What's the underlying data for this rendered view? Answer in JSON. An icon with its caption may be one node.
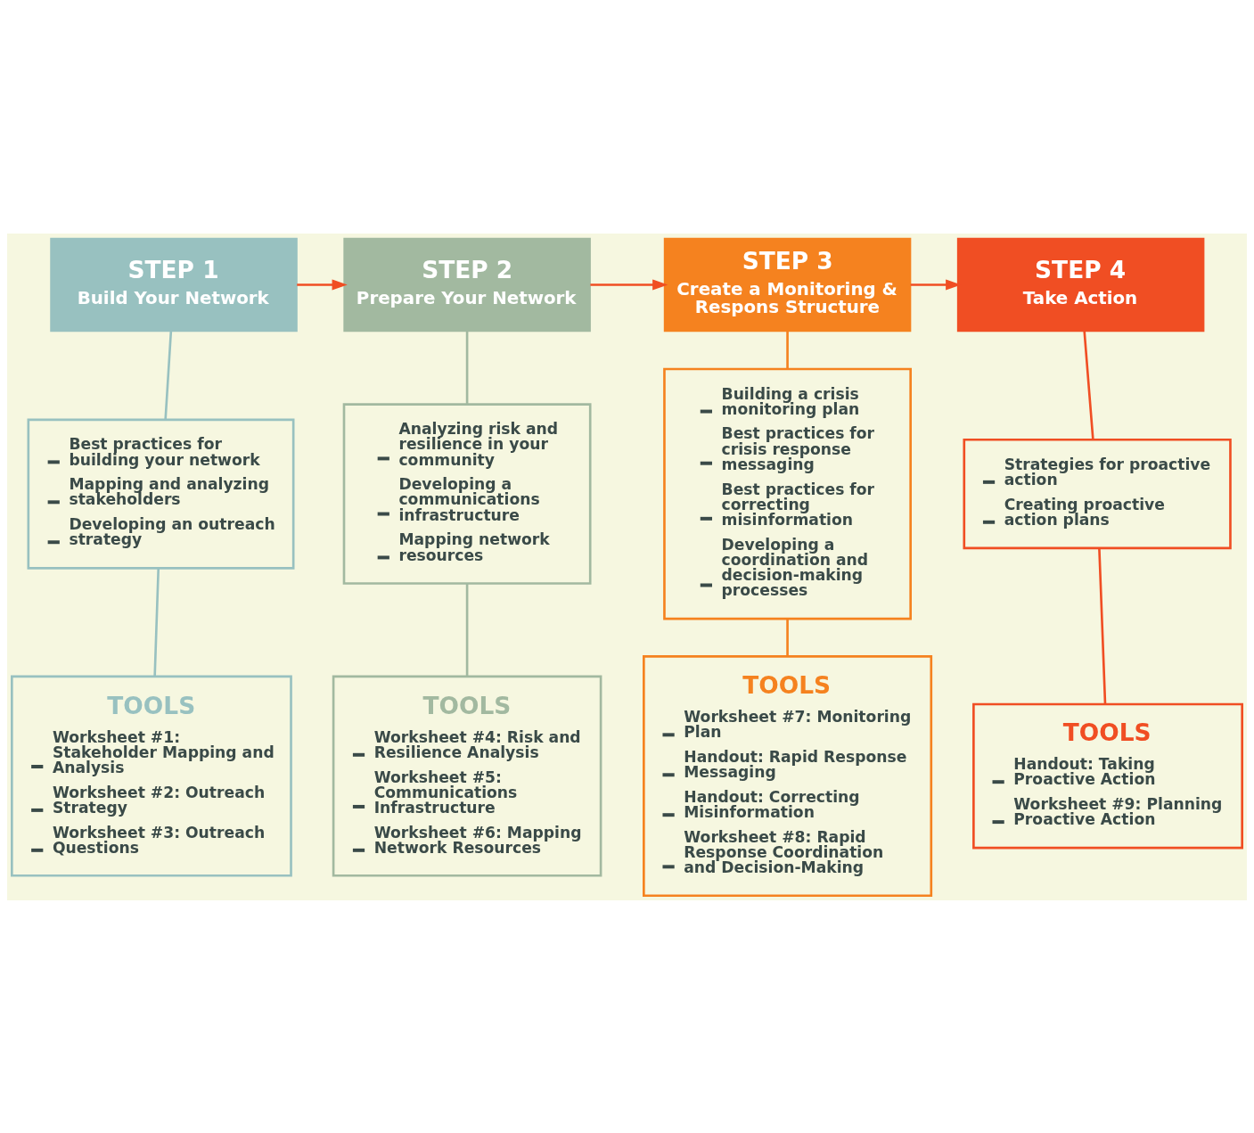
{
  "diagram": {
    "nodes": [
      {
        "text": [
          "STEP 1",
          "Build Your Network"
        ]
      },
      {
        "text": [
          "STEP 2",
          "Prepare Your Network"
        ]
      },
      {
        "text": [
          "STEP 3",
          "Create a Monitoring & Respons Structure"
        ]
      },
      {
        "text": [
          "STEP 4",
          "Take Action"
        ]
      },
      {
        "text": [
          "Best practices for building your network",
          "Mapping and analyzing stakeholders",
          "Developing an outreach strategy"
        ]
      },
      {
        "text": [
          "Analyzing risk and resilience in your community",
          "Developing a communications infrastructure",
          "Mapping network resources"
        ]
      },
      {
        "text": [
          "Building a crisis monitoring plan",
          "Best practices for crisis response messaging",
          "Best practices for correcting misinformation",
          "Developing a coordination and decision-making processes"
        ]
      },
      {
        "text": [
          "Strategies for proactive action",
          "Creating proactive action plans"
        ]
      },
      {
        "text": [
          "TOOLS",
          "Worksheet #1: Stakeholder Mapping and Analysis",
          "Worksheet #2: Outreach Strategy",
          "Worksheet #3: Outreach Questions"
        ]
      },
      {
        "text": [
          "TOOLS",
          "Worksheet #4: Risk and Resilience Analysis",
          "Worksheet #5: Communications Infrastructure",
          "Worksheet #6: Mapping Network Resources"
        ]
      },
      {
        "text": [
          "TOOLS",
          "Worksheet #7: Monitoring Plan",
          "Handout: Rapid Response Messaging",
          "Handout: Correcting Misinformation",
          "Worksheet #8: Rapid Response Coordination and Decision-Making"
        ]
      },
      {
        "text": [
          "TOOLS",
          "Handout: Taking Proactive Action",
          "Worksheet #9: Planning Proactive Action"
        ]
      }
    ],
    "edges": [
      {
        "from": 0,
        "to": 1,
        "arrow": "to",
        "color": "#f04e23"
      },
      {
        "from": 1,
        "to": 2,
        "arrow": "to",
        "color": "#f04e23"
      },
      {
        "from": 2,
        "to": 3,
        "arrow": "to",
        "color": "#f04e23"
      },
      {
        "from": 0,
        "to": 4,
        "arrow": "none",
        "color": "#98c1c0"
      },
      {
        "from": 4,
        "to": 8,
        "arrow": "none",
        "color": "#98c1c0"
      },
      {
        "from": 1,
        "to": 5,
        "arrow": "none",
        "color": "#a2b9a0"
      },
      {
        "from": 5,
        "to": 9,
        "arrow": "none",
        "color": "#a2b9a0"
      },
      {
        "from": 2,
        "to": 6,
        "arrow": "none",
        "color": "#f5821f"
      },
      {
        "from": 6,
        "to": 10,
        "arrow": "none",
        "color": "#f5821f"
      },
      {
        "from": 3,
        "to": 7,
        "arrow": "none",
        "color": "#f04e23"
      },
      {
        "from": 7,
        "to": 11,
        "arrow": "none",
        "color": "#f04e23"
      }
    ]
  }
}
